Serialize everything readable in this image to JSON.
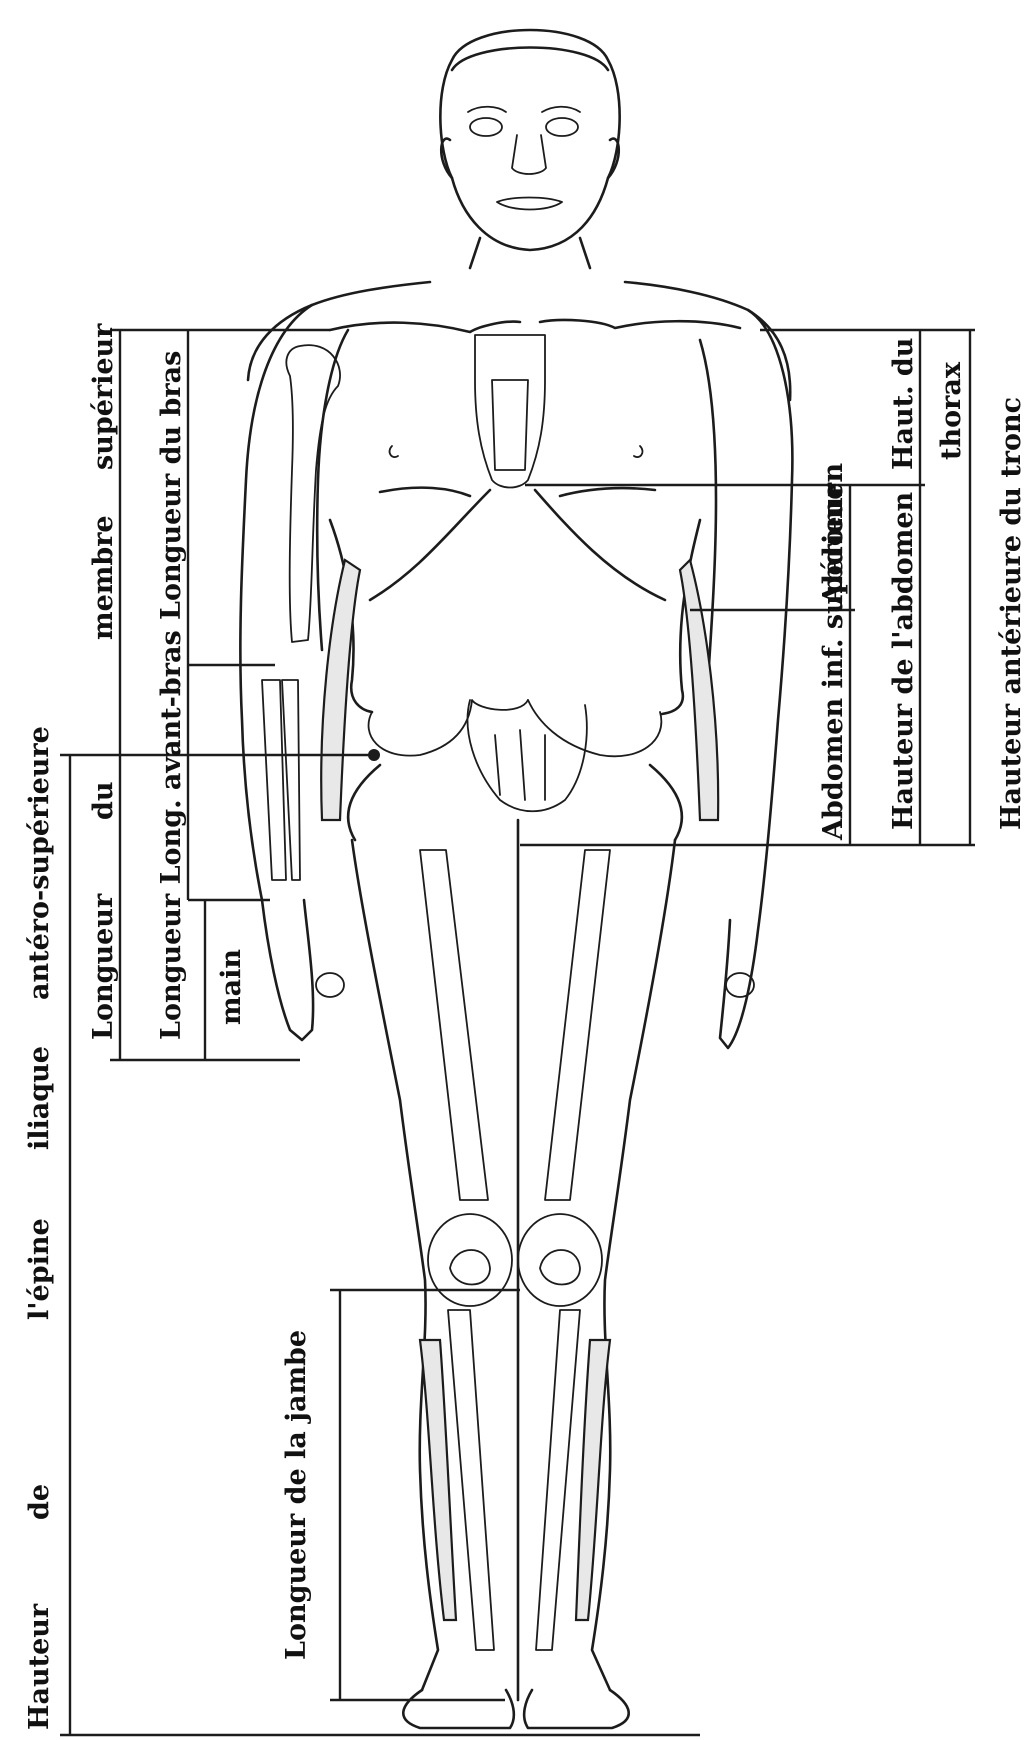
{
  "labels": {
    "longueur_membre_superieur_1": "Longueur",
    "longueur_membre_superieur_2": "du",
    "longueur_membre_superieur_3": "membre",
    "longueur_membre_superieur_4": "supérieur",
    "longueur_bras": "Longueur du bras",
    "longueur_avant_bras": "Longueur Long. avant-bras",
    "longueur_main": "main",
    "hauteur_epine_1": "Hauteur",
    "hauteur_epine_2": "de",
    "hauteur_epine_3": "l'épine",
    "hauteur_epine_4": "iliaque",
    "hauteur_epine_5": "antéro-supérieure",
    "longueur_jambe": "Longueur de la jambe",
    "abdomen": "Abdomen",
    "abdomen_inf_sup": "Abdomen inf. supérieur",
    "haut_thorax_1": "Haut. du",
    "haut_thorax_2": "thorax",
    "hauteur_abdomen": "Hauteur de l'abdomen",
    "hauteur_tronc": "Hauteur antérieure du tronc"
  }
}
